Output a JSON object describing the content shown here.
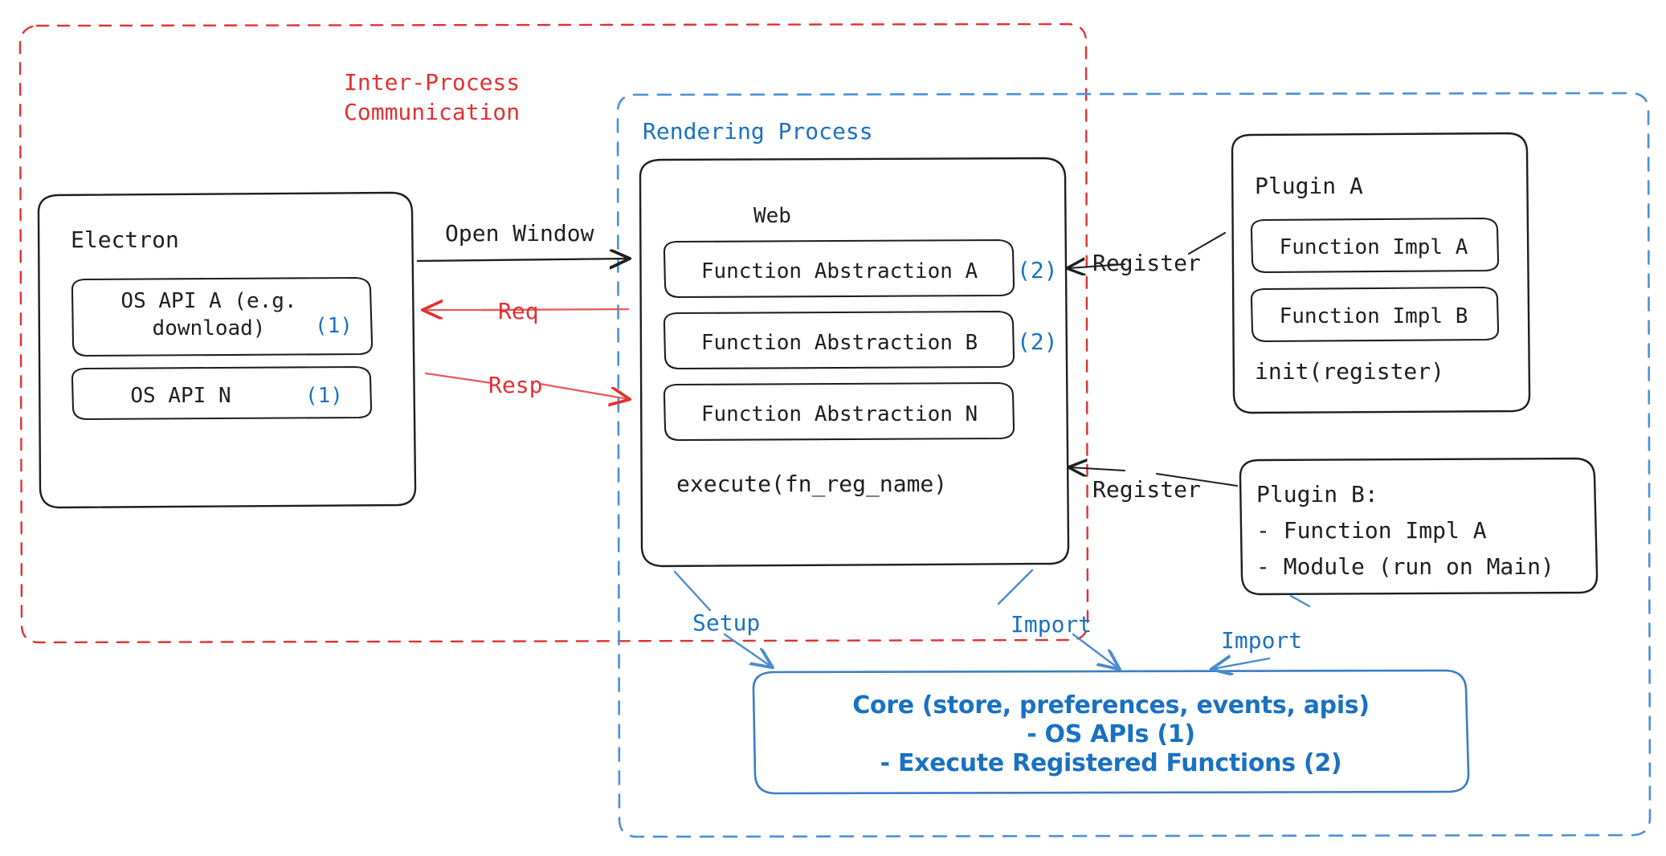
{
  "diagram": {
    "title_hidden": "",
    "colors": {
      "black": "#1e1e1e",
      "blue": "#1971c2",
      "red": "#e03131",
      "background": "#ffffff"
    },
    "regions": [
      {
        "id": "ipc",
        "label": "Inter-Process\nCommunication",
        "color": "#e03131",
        "style": "dashed"
      },
      {
        "id": "rendering",
        "label": "Rendering Process",
        "color": "#1971c2",
        "style": "dashed"
      }
    ],
    "boxes": {
      "electron": {
        "title": "Electron",
        "items": [
          {
            "label": "OS API A (e.g.\ndownload)",
            "marker": "(1)"
          },
          {
            "label": "OS API N",
            "marker": "(1)"
          }
        ]
      },
      "web": {
        "title": "Web",
        "items": [
          {
            "label": "Function Abstraction A",
            "marker": "(2)"
          },
          {
            "label": "Function Abstraction B",
            "marker": "(2)"
          },
          {
            "label": "Function Abstraction N",
            "marker": ""
          }
        ],
        "footer": "execute(fn_reg_name)"
      },
      "plugin_a": {
        "title": "Plugin A",
        "items": [
          {
            "label": "Function Impl A"
          },
          {
            "label": "Function Impl B"
          }
        ],
        "footer": "init(register)"
      },
      "plugin_b": {
        "lines": [
          "Plugin B:",
          "- Function Impl A",
          "- Module (run on Main)"
        ]
      },
      "core": {
        "lines": [
          "Core (store, preferences, events, apis)",
          "- OS APIs (1)",
          "- Execute Registered Functions (2)"
        ],
        "color": "#1971c2"
      }
    },
    "arrows": [
      {
        "id": "open-window",
        "label": "Open Window",
        "color": "#1e1e1e"
      },
      {
        "id": "req",
        "label": "Req",
        "color": "#e03131"
      },
      {
        "id": "resp",
        "label": "Resp",
        "color": "#e03131"
      },
      {
        "id": "register-a",
        "label": "Register",
        "color": "#1e1e1e"
      },
      {
        "id": "register-b",
        "label": "Register",
        "color": "#1e1e1e"
      },
      {
        "id": "setup",
        "label": "Setup",
        "color": "#1971c2"
      },
      {
        "id": "import-web",
        "label": "Import",
        "color": "#1971c2"
      },
      {
        "id": "import-plugin-b",
        "label": "Import",
        "color": "#1971c2"
      }
    ]
  }
}
